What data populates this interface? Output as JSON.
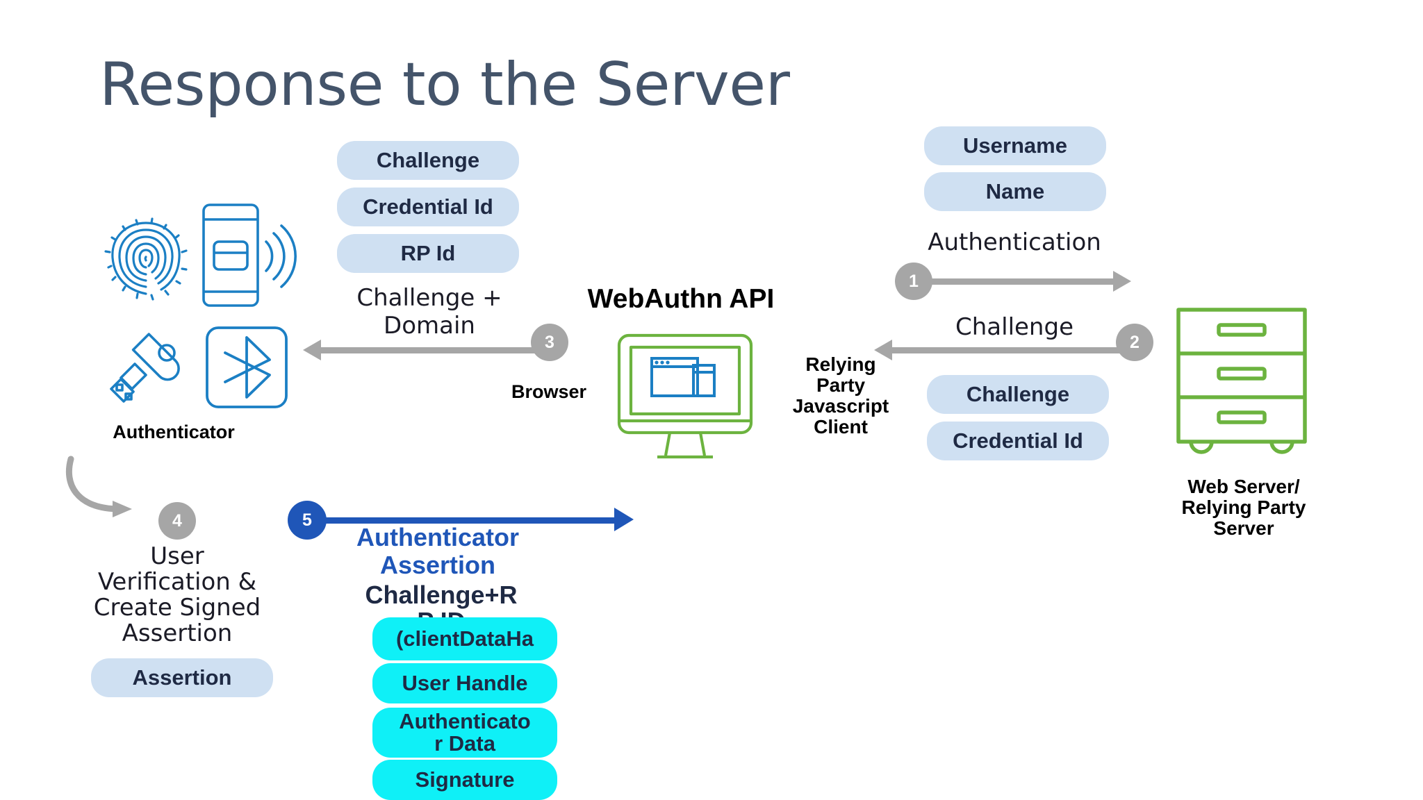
{
  "page": {
    "title": "Response to the Server",
    "title_color": "#44546a",
    "background": "#ffffff"
  },
  "colors": {
    "pill_bg": "#cfe0f2",
    "pill_text": "#1f2a44",
    "cyan_bg": "#0ff0f7",
    "step_gray": "#a6a6a6",
    "step_blue": "#1f56b8",
    "icon_blue": "#1b7fc4",
    "icon_green": "#6cb33f",
    "accent_blue": "#1f56b8"
  },
  "authenticator": {
    "label": "Authenticator",
    "icons": [
      "fingerprint-icon",
      "phone-nfc-icon",
      "usb-key-icon",
      "bluetooth-icon"
    ],
    "pills": [
      {
        "label": "Challenge"
      },
      {
        "label": "Credential Id"
      },
      {
        "label": "RP Id"
      }
    ]
  },
  "browser": {
    "title": "WebAuthn API",
    "label": "Browser",
    "icon": "monitor-browser-icon",
    "relying_party_client": "Relying\nParty\nJavascript\nClient"
  },
  "server": {
    "icon": "server-rack-icon",
    "label": "Web Server/\nRelying Party\nServer",
    "pills": [
      {
        "label": "Username"
      },
      {
        "label": "Name"
      },
      {
        "label": "Challenge"
      },
      {
        "label": "Credential Id"
      }
    ]
  },
  "flow_steps": [
    {
      "number": "1",
      "label": "Authentication",
      "direction": "right",
      "color": "#a6a6a6"
    },
    {
      "number": "2",
      "label": "Challenge",
      "direction": "left",
      "color": "#a6a6a6"
    },
    {
      "number": "3",
      "label": "Challenge +\nDomain",
      "direction": "left",
      "color": "#a6a6a6"
    },
    {
      "number": "4",
      "label": "User\nVerification &\nCreate Signed\nAssertion",
      "direction": "curve",
      "color": "#a6a6a6"
    },
    {
      "number": "5",
      "label": "Authenticator\nAssertion",
      "direction": "right",
      "color": "#1f56b8"
    }
  ],
  "step3": {
    "line1": "Challenge +",
    "line2": "Domain"
  },
  "step4": {
    "line1": "User",
    "line2": "Verification &",
    "line3": "Create Signed",
    "line4": "Assertion",
    "pill": "Assertion"
  },
  "step5": {
    "title_line1": "Authenticator",
    "title_line2": "Assertion",
    "sub_line1": "Challenge+R",
    "sub_line2": "P ID",
    "boxes": [
      {
        "label": "(clientDataHa"
      },
      {
        "label": "User Handle"
      },
      {
        "label": "Authenticato\nr Data"
      },
      {
        "label": "Signature"
      }
    ]
  },
  "rp_client_lines": {
    "l1": "Relying",
    "l2": "Party",
    "l3": "Javascript",
    "l4": "Client"
  },
  "server_label_lines": {
    "l1": "Web Server/",
    "l2": "Relying Party",
    "l3": "Server"
  }
}
